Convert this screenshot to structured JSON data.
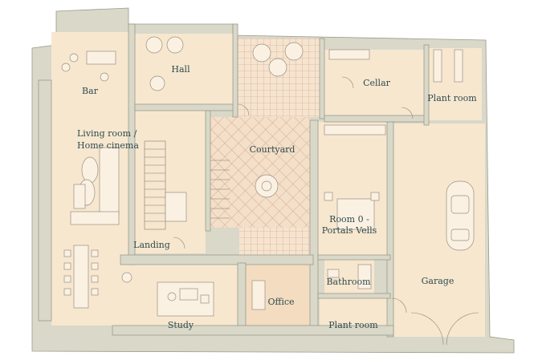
{
  "floor_plan": {
    "rooms": {
      "bar": "Bar",
      "hall": "Hall",
      "cellar": "Cellar",
      "plant_room_top": "Plant room",
      "living_room_line1": "Living room /",
      "living_room_line2": "Home cinema",
      "courtyard": "Courtyard",
      "room_0_line1": "Room 0 -",
      "room_0_line2": "Portals Vells",
      "landing": "Landing",
      "bathroom": "Bathroom",
      "garage": "Garage",
      "office": "Office",
      "study": "Study",
      "plant_room_bottom": "Plant room"
    }
  },
  "colors": {
    "wall": "#d9d8c9",
    "floor": "#f7e7cf",
    "tile_line": "#c99b84",
    "label": "#2f4a4f"
  }
}
